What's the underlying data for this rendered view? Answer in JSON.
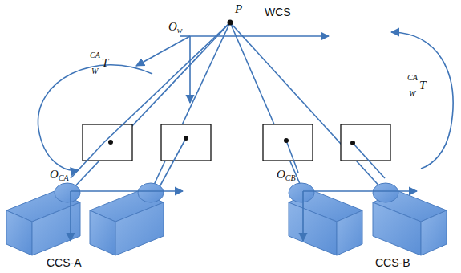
{
  "diagram": {
    "labels": [
      "P",
      "WCS",
      "Ow",
      "CA",
      "W",
      "T",
      "OCA",
      "OCB",
      "CCS-A",
      "CCS-B",
      "CA",
      "W",
      "T"
    ]
  }
}
